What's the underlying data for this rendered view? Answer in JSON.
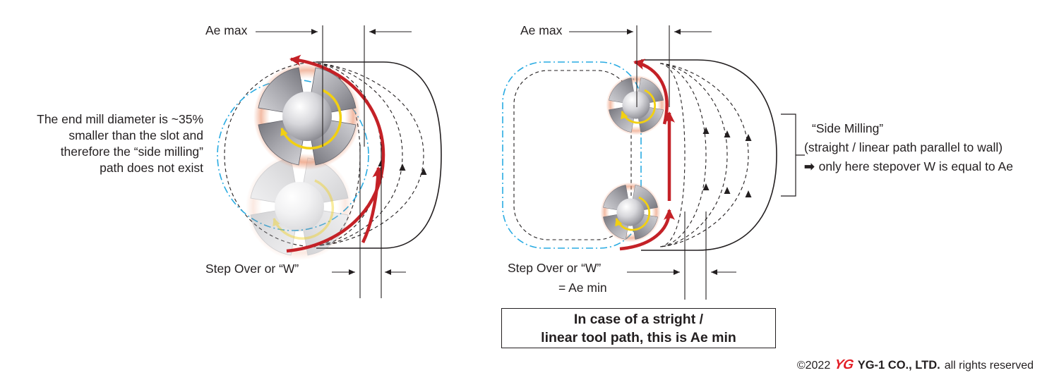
{
  "left_diagram": {
    "note": "The end mill diameter is ~35%\nsmaller than the slot and\ntherefore the “side milling”\npath does not exist",
    "ae_max_label": "Ae max",
    "step_over_label": "Step Over or “W”"
  },
  "right_diagram": {
    "ae_max_label": "Ae max",
    "step_over_label": "Step Over or “W”",
    "ae_min_label": "= Ae min",
    "side_milling": {
      "line1": "“Side Milling”",
      "line2": "(straight / linear path parallel to wall)",
      "line3_arrow": "➡",
      "line3": "only here stepover W is equal to Ae"
    },
    "callout": "In case of a stright /\nlinear tool path, this is Ae min"
  },
  "footer": {
    "copyright": "©2022",
    "logo_text": "YG",
    "company": "YG-1 CO., LTD.",
    "rights_text": "all rights reserved"
  },
  "colors": {
    "arrow_red": "#c42127",
    "path_blue": "#29abe2",
    "rotation_yellow": "#f2d011",
    "line_black": "#231f20",
    "logo_red": "#e31e26"
  }
}
